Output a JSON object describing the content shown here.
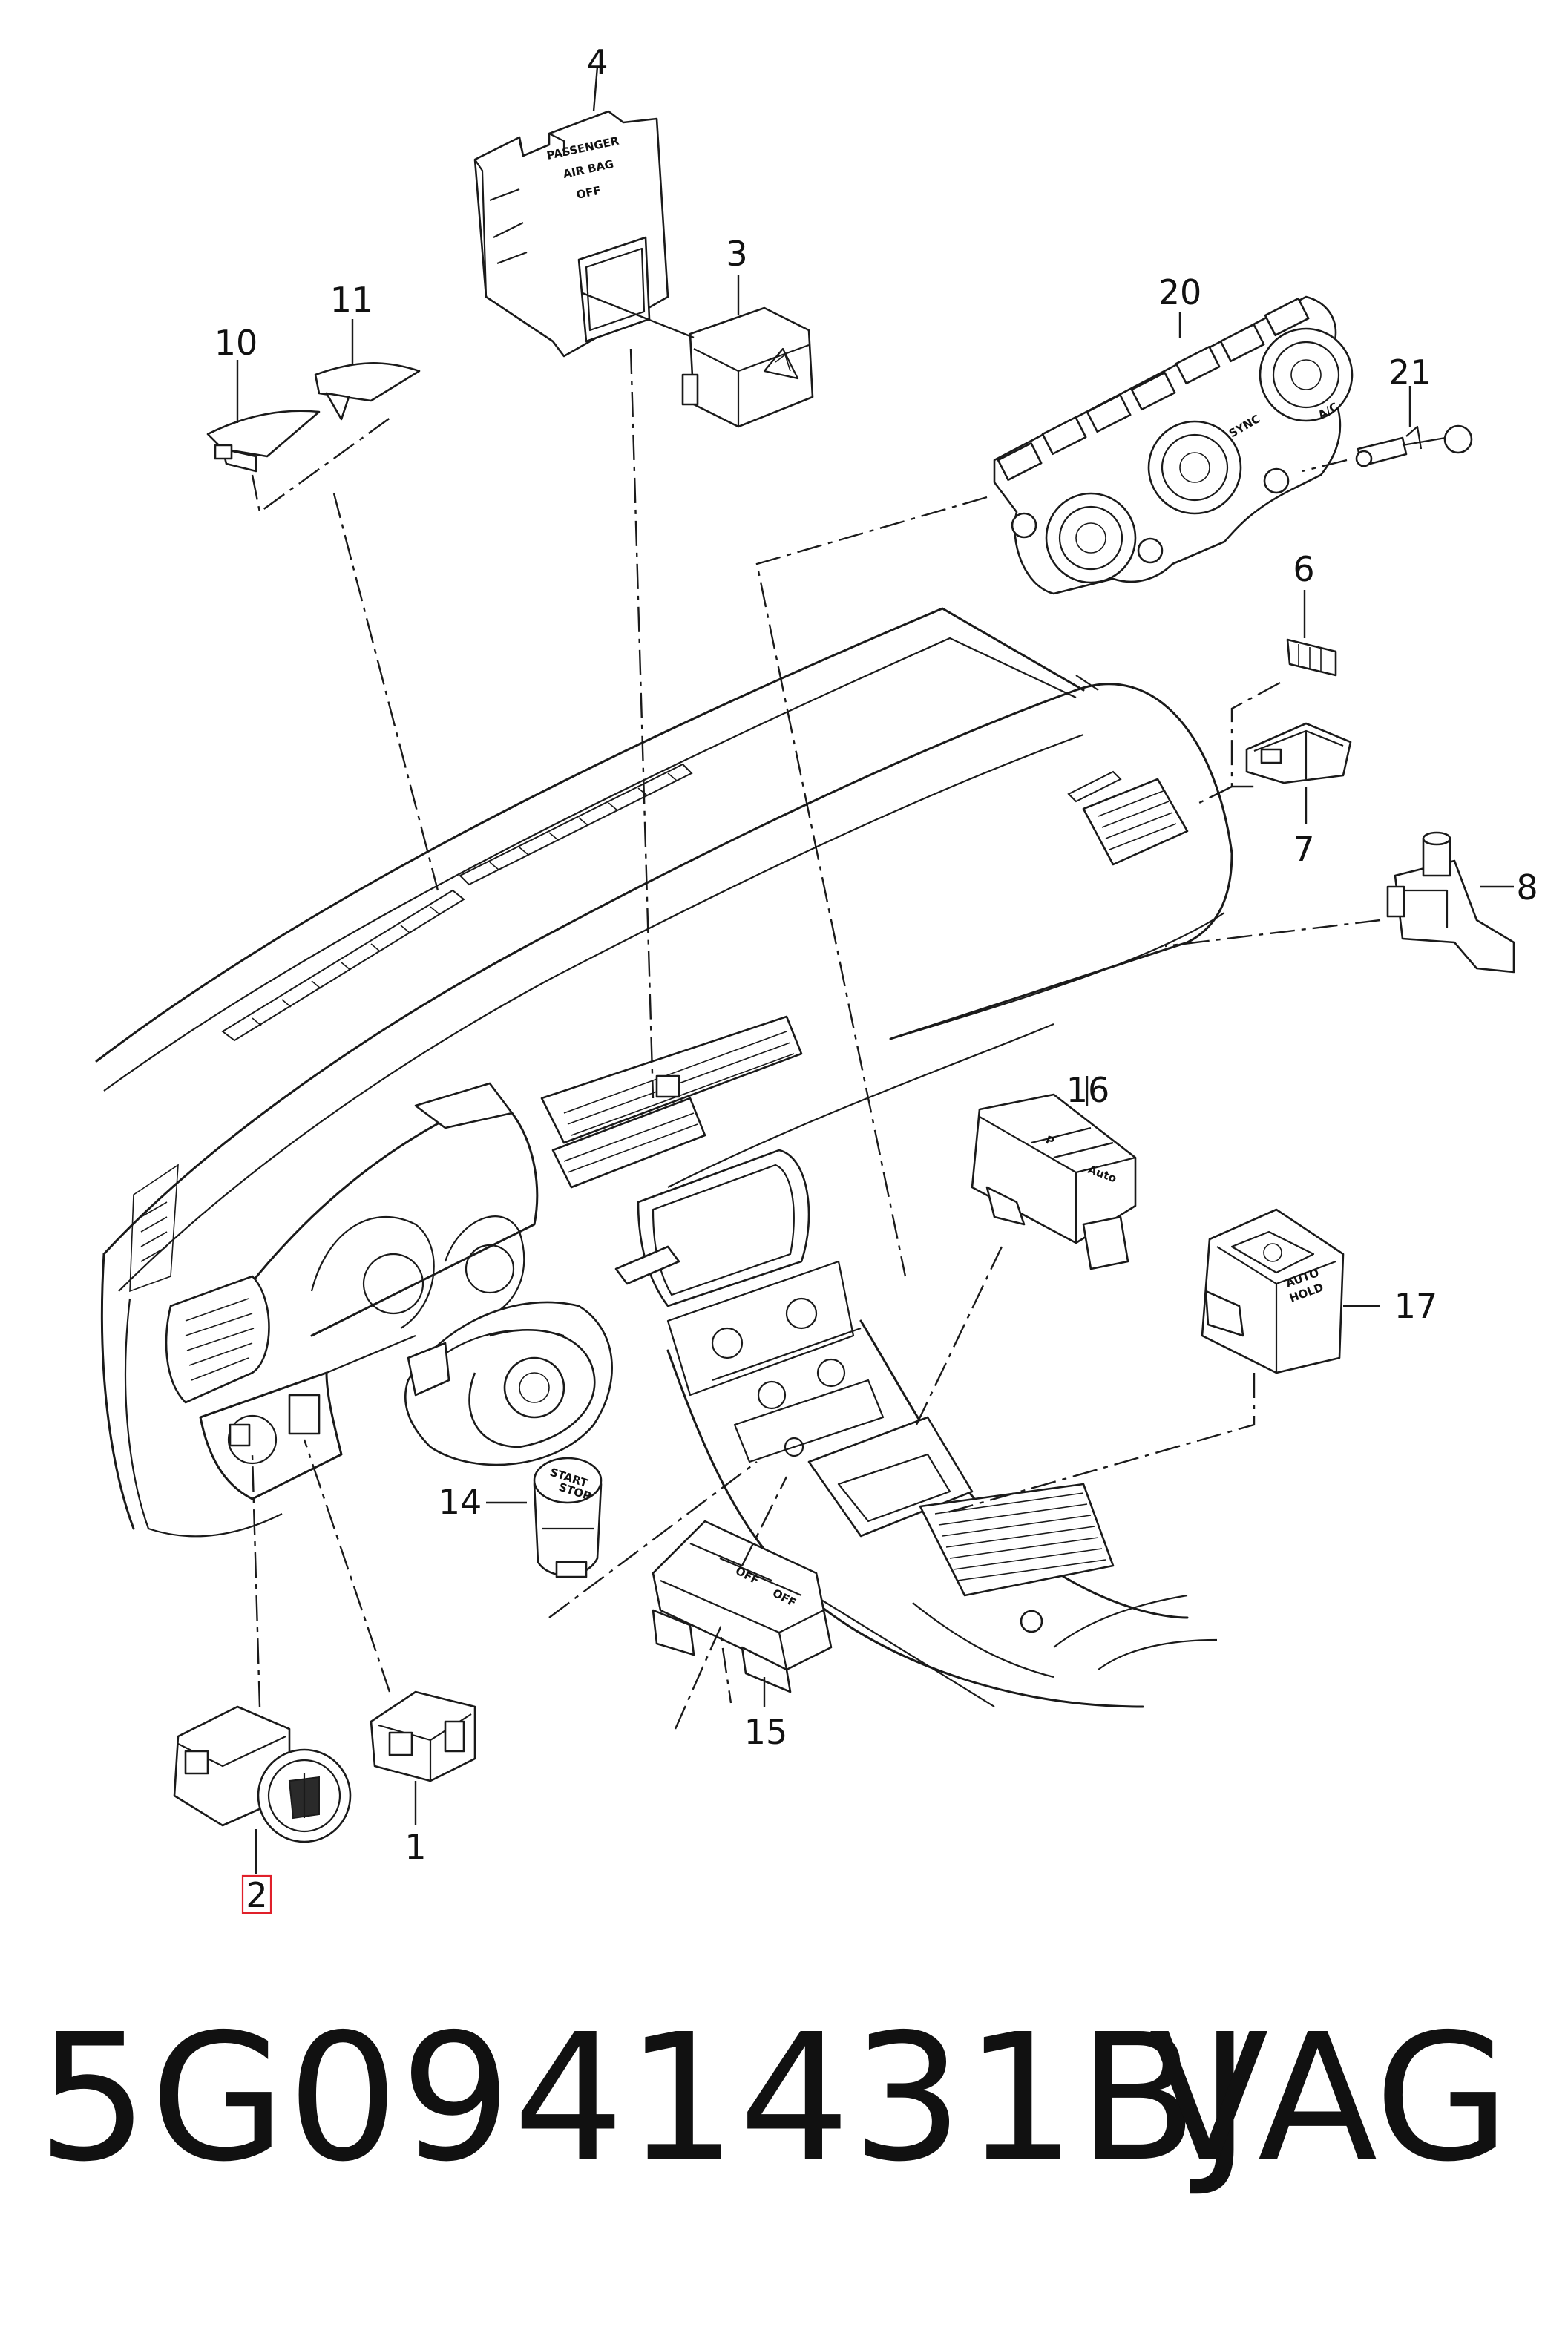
{
  "callouts": {
    "c1": "1",
    "c2": "2",
    "c3": "3",
    "c4": "4",
    "c6": "6",
    "c7": "7",
    "c8": "8",
    "c10": "10",
    "c11": "11",
    "c14": "14",
    "c15": "15",
    "c16": "16",
    "c17": "17",
    "c20": "20",
    "c21": "21"
  },
  "selected_callout": "2",
  "part4_label": {
    "line1": "PASSENGER",
    "line2": "AIR BAG",
    "line3": "OFF"
  },
  "part14_label": {
    "line1": "START",
    "line2": "STOP"
  },
  "part16_label": {
    "b1": "P",
    "b2": "Auto"
  },
  "part17_label": {
    "line1": "AUTO",
    "line2": "HOLD"
  },
  "part15_label": {
    "b1": "OFF",
    "b2": "OFF"
  },
  "part20_label": {
    "a": "SYNC",
    "b": "A/C"
  },
  "footer": {
    "part_number": "5G0941431BJ",
    "brand": "VAG"
  },
  "colors": {
    "highlight": "#e0202a",
    "ink": "#1a1a1a"
  }
}
